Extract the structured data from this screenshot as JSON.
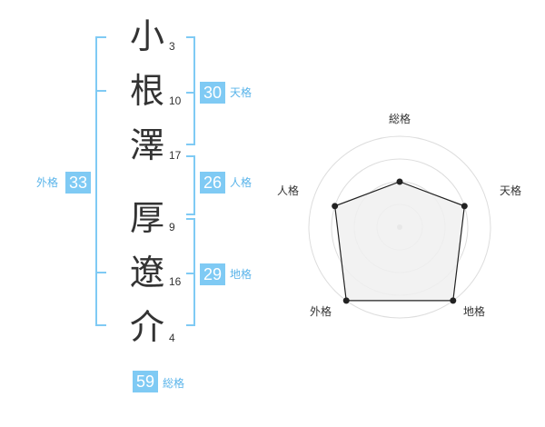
{
  "name": {
    "surname": [
      {
        "char": "小",
        "strokes": "3"
      },
      {
        "char": "根",
        "strokes": "10"
      },
      {
        "char": "澤",
        "strokes": "17"
      }
    ],
    "given": [
      {
        "char": "厚",
        "strokes": "9"
      },
      {
        "char": "遼",
        "strokes": "16"
      },
      {
        "char": "介",
        "strokes": "4"
      }
    ]
  },
  "fortune": {
    "tenkaku": {
      "value": "30",
      "label": "天格"
    },
    "jinkaku": {
      "value": "26",
      "label": "人格"
    },
    "chikaku": {
      "value": "29",
      "label": "地格"
    },
    "gaikaku": {
      "value": "33",
      "label": "外格"
    },
    "soukaku": {
      "value": "59",
      "label": "総格"
    }
  },
  "radar": {
    "labels": {
      "top": "総格",
      "right": "天格",
      "bottom_right": "地格",
      "bottom_left": "外格",
      "left": "人格"
    },
    "colors": {
      "ring": "#dddddd",
      "fill": "#f0f0f0",
      "line": "#222222",
      "bracket": "#7fcaf4"
    }
  },
  "chart_data": {
    "type": "radar",
    "axes": [
      "総格",
      "天格",
      "地格",
      "外格",
      "人格"
    ],
    "scale_max": 4,
    "values": [
      2,
      3,
      4,
      4,
      3
    ]
  }
}
